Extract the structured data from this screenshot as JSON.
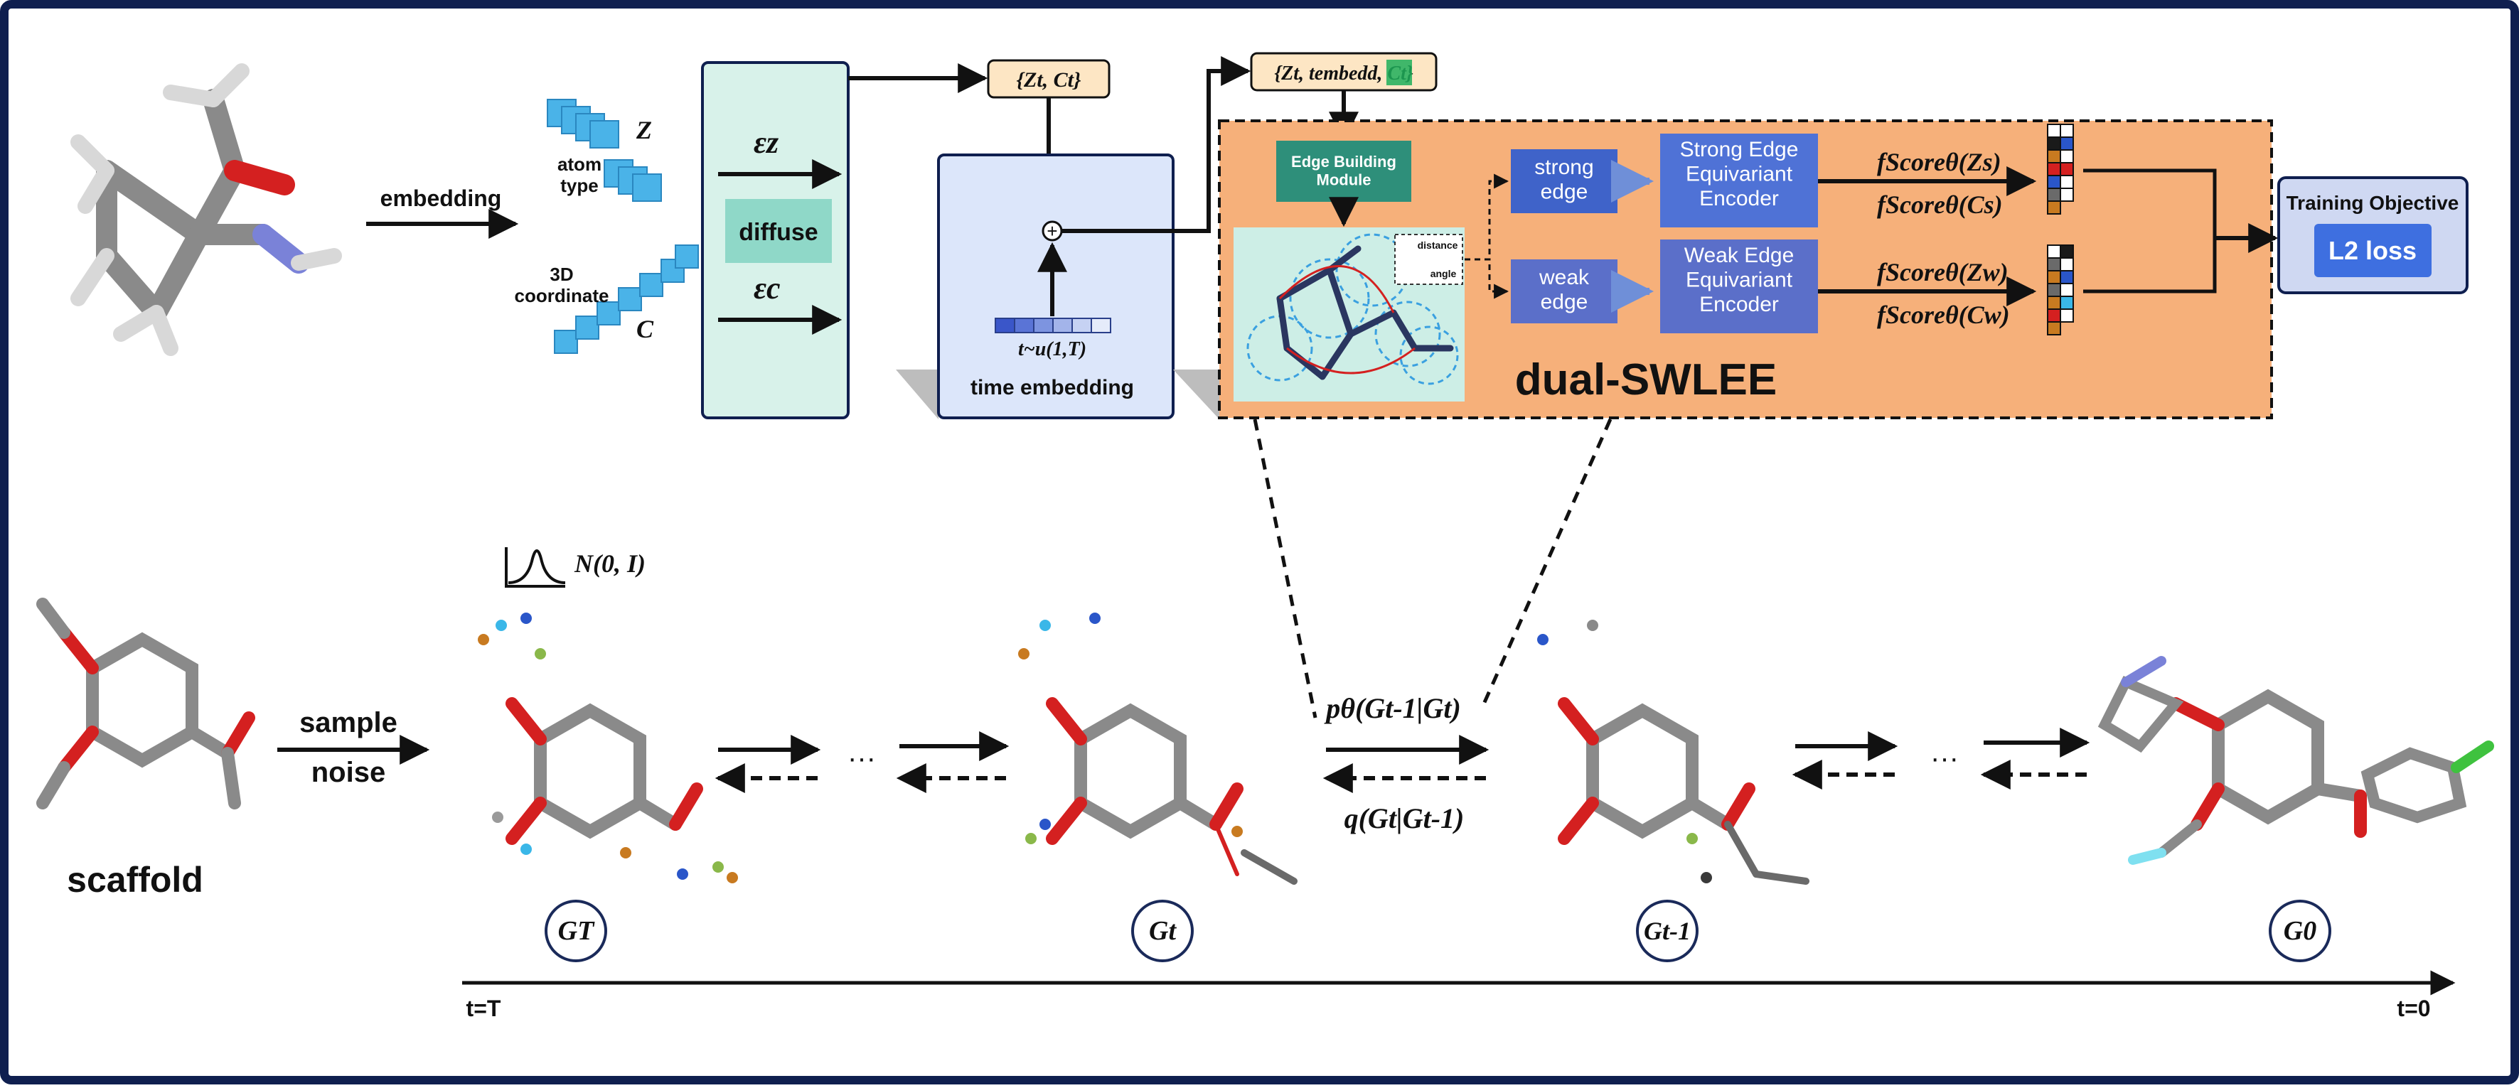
{
  "colors": {
    "frame": "#0f1f4f",
    "diffuse_panel": "#d8f2ea",
    "diffuse_box": "#8fd8c8",
    "time_panel": "#dce6fa",
    "swlee_panel": "#f6b07a",
    "edge_module": "#2e8f7a",
    "strong_edge": "#3f63c9",
    "weak_edge": "#5b6fc9",
    "encoder": "#4f72d6",
    "token_box": "#fde6c4",
    "training_panel": "#cfd8f2",
    "l2_box": "#3e6fe0",
    "atom_block": "#4ab3e8"
  },
  "top": {
    "embedding_label": "embedding",
    "z_label": "Z",
    "atom_type_label": "atom\ntype",
    "coord_label": "3D\ncoordinate",
    "c_label": "C",
    "eps_z": "εz",
    "eps_c": "εc",
    "diffuse_label": "diffuse",
    "token1": "{Zt, Ct}",
    "token2": "{Zt, tembedd, Ct}",
    "time_formula": "t~u(1,T)",
    "time_embedding_label": "time embedding",
    "edge_module_label": "Edge Building\nModule",
    "distance_label": "distance",
    "angle_label": "angle",
    "strong_edge_label": "strong\nedge",
    "weak_edge_label": "weak\nedge",
    "strong_encoder_label": "Strong Edge\nEquivariant\nEncoder",
    "weak_encoder_label": "Weak Edge\nEquivariant\nEncoder",
    "swlee_label": "dual-SWLEE",
    "score_zs": "fScoreθ(Zs)",
    "score_cs": "fScoreθ(Cs)",
    "score_zw": "fScoreθ(Zw)",
    "score_cw": "fScoreθ(Cw)",
    "training_objective_label": "Training Objective",
    "l2_label": "L2 loss"
  },
  "bottom": {
    "scaffold_label": "scaffold",
    "sample_label": "sample",
    "noise_label": "noise",
    "normal_label": "N(0, I)",
    "p_label": "pθ(Gt-1|Gt)",
    "q_label": "q(Gt|Gt-1)",
    "dots": "···",
    "g_T": "GT",
    "g_t": "Gt",
    "g_t1": "Gt-1",
    "g_0": "G0",
    "t_start": "t=T",
    "t_end": "t=0"
  }
}
